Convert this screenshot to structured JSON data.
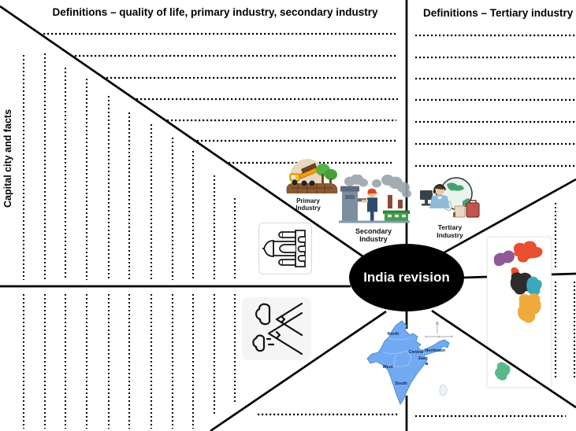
{
  "center": {
    "label": "India revision"
  },
  "sections": {
    "top_left_title": "Definitions – quality of life, primary industry, secondary industry",
    "top_right_title": "Definitions – Tertiary industry",
    "left_title": "Capital city and facts"
  },
  "industry_icons": {
    "primary": {
      "line1": "Primary",
      "line2": "Industry"
    },
    "secondary": {
      "line1": "Secondary",
      "line2": "Industry"
    },
    "tertiary": {
      "line1": "Tertiary",
      "line2": "Industry"
    }
  },
  "india_map": {
    "labels": {
      "north": "North",
      "west": "West",
      "central": "Central",
      "east": "East",
      "south": "South",
      "northeast": "Northeast"
    }
  },
  "colors": {
    "ink": "#000000",
    "center_ellipse": "#000000",
    "center_text": "#ffffff",
    "india_blue": "#71aaf2",
    "continent_north_america": "#e8502f",
    "continent_south_america": "#8e5a96",
    "continent_africa": "#2e2b2b",
    "continent_europe": "#3aa8bd",
    "continent_asia": "#f0a93a",
    "continent_australia": "#58b98a"
  },
  "lines": {
    "solid_under": [
      [
        0,
        8,
        462,
        327
      ],
      [
        0,
        364,
        445,
        364
      ],
      [
        490,
        396,
        267,
        548
      ],
      [
        516,
        0,
        516,
        312
      ],
      [
        516,
        392,
        516,
        418
      ],
      [
        516,
        503,
        516,
        548
      ],
      [
        562,
        322,
        731,
        228
      ],
      [
        587,
        353,
        618,
        352
      ],
      [
        698,
        349,
        731,
        348
      ]
    ],
    "solid_over": [
      [
        548,
        395,
        731,
        518
      ]
    ],
    "dotted_h": [
      [
        55,
        43,
        505
      ],
      [
        95,
        71,
        505
      ],
      [
        135,
        99,
        505
      ],
      [
        173,
        126,
        505
      ],
      [
        212,
        153,
        503
      ],
      [
        250,
        179,
        503
      ],
      [
        290,
        207,
        500
      ],
      [
        527,
        45,
        731
      ],
      [
        527,
        73,
        731
      ],
      [
        527,
        100,
        731
      ],
      [
        527,
        127,
        731
      ],
      [
        527,
        155,
        731
      ],
      [
        527,
        183,
        731
      ],
      [
        527,
        211,
        731
      ],
      [
        327,
        527,
        507
      ],
      [
        527,
        529,
        718
      ]
    ],
    "dotted_v": [
      [
        30,
        70,
        356
      ],
      [
        57,
        68,
        356
      ],
      [
        83,
        86,
        356
      ],
      [
        110,
        100,
        356
      ],
      [
        138,
        122,
        356
      ],
      [
        164,
        143,
        356
      ],
      [
        192,
        158,
        356
      ],
      [
        219,
        175,
        356
      ],
      [
        245,
        192,
        356
      ],
      [
        272,
        223,
        356
      ],
      [
        298,
        252,
        356
      ],
      [
        30,
        374,
        545
      ],
      [
        57,
        374,
        545
      ],
      [
        83,
        374,
        545
      ],
      [
        110,
        374,
        545
      ],
      [
        138,
        374,
        545
      ],
      [
        164,
        374,
        545
      ],
      [
        192,
        374,
        545
      ],
      [
        219,
        374,
        545
      ],
      [
        245,
        374,
        545
      ],
      [
        272,
        374,
        527
      ],
      [
        298,
        374,
        511
      ],
      [
        705,
        258,
        340
      ],
      [
        705,
        358,
        480
      ],
      [
        729,
        358,
        480
      ]
    ]
  }
}
